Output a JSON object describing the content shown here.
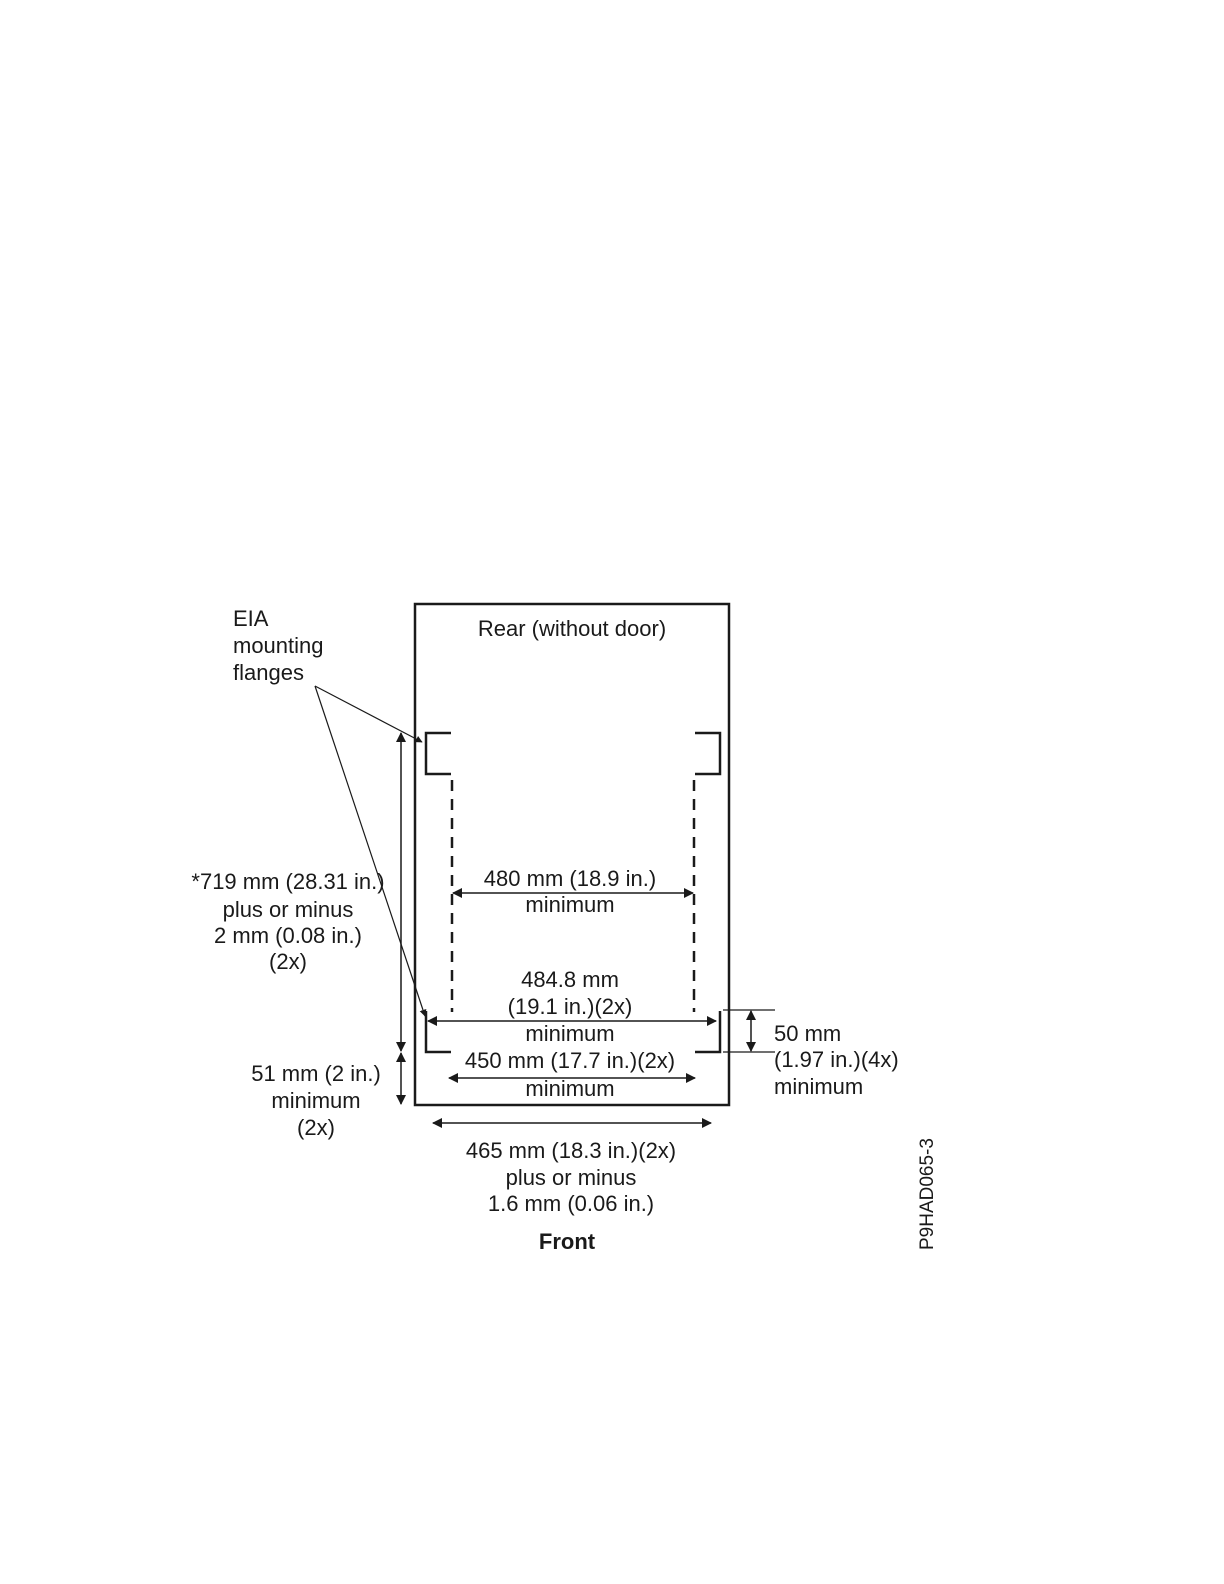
{
  "labels": {
    "rear": "Rear (without door)",
    "front": "Front",
    "figure_id": "P9HAD065-3",
    "eia": [
      "EIA",
      "mounting",
      "flanges"
    ],
    "dim_719": [
      "*719 mm (28.31 in.)",
      "plus or minus",
      "2 mm (0.08 in.)",
      "(2x)"
    ],
    "dim_480": [
      "480 mm (18.9 in.)",
      "minimum"
    ],
    "dim_484": [
      "484.8 mm",
      "(19.1 in.)(2x)",
      "minimum"
    ],
    "dim_450": [
      "450 mm (17.7 in.)(2x)",
      "minimum"
    ],
    "dim_51": [
      "51 mm (2 in.)",
      "minimum",
      "(2x)"
    ],
    "dim_50": [
      "50 mm",
      "(1.97 in.)(4x)",
      "minimum"
    ],
    "dim_465": [
      "465 mm (18.3 in.)(2x)",
      "plus or minus",
      "1.6 mm (0.06 in.)"
    ]
  },
  "colors": {
    "ink": "#1a1a1a",
    "background": "#ffffff"
  }
}
